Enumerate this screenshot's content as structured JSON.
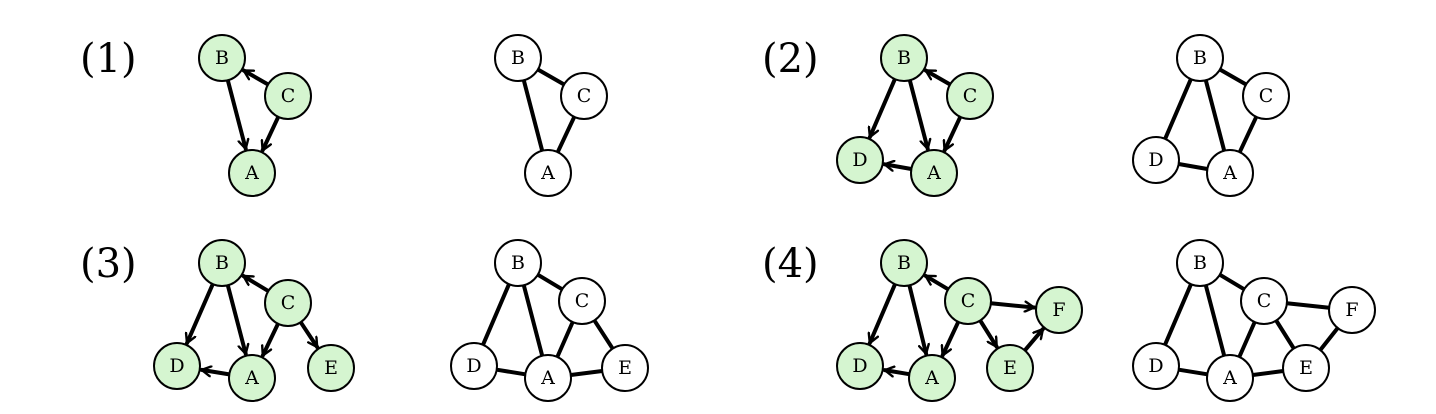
{
  "colors": {
    "directed_fill": "#d5f5d0",
    "undirected_fill": "#ffffff",
    "stroke": "#000000"
  },
  "panels": [
    {
      "label": "(1)",
      "nodes": [
        "B",
        "C",
        "A"
      ],
      "directed_edges": [
        [
          "C",
          "B"
        ],
        [
          "B",
          "A"
        ],
        [
          "C",
          "A"
        ]
      ],
      "undirected_edges": [
        [
          "B",
          "C"
        ],
        [
          "B",
          "A"
        ],
        [
          "C",
          "A"
        ]
      ]
    },
    {
      "label": "(2)",
      "nodes": [
        "B",
        "C",
        "D",
        "A"
      ],
      "directed_edges": [
        [
          "C",
          "B"
        ],
        [
          "B",
          "D"
        ],
        [
          "B",
          "A"
        ],
        [
          "C",
          "A"
        ],
        [
          "A",
          "D"
        ]
      ],
      "undirected_edges": [
        [
          "B",
          "C"
        ],
        [
          "B",
          "D"
        ],
        [
          "B",
          "A"
        ],
        [
          "C",
          "A"
        ],
        [
          "D",
          "A"
        ]
      ]
    },
    {
      "label": "(3)",
      "nodes": [
        "B",
        "C",
        "D",
        "A",
        "E"
      ],
      "directed_edges": [
        [
          "C",
          "B"
        ],
        [
          "B",
          "D"
        ],
        [
          "B",
          "A"
        ],
        [
          "C",
          "A"
        ],
        [
          "C",
          "E"
        ],
        [
          "A",
          "D"
        ]
      ],
      "undirected_edges": [
        [
          "B",
          "C"
        ],
        [
          "B",
          "D"
        ],
        [
          "B",
          "A"
        ],
        [
          "C",
          "A"
        ],
        [
          "C",
          "E"
        ],
        [
          "D",
          "A"
        ],
        [
          "A",
          "E"
        ]
      ]
    },
    {
      "label": "(4)",
      "nodes": [
        "B",
        "C",
        "F",
        "D",
        "A",
        "E"
      ],
      "directed_edges": [
        [
          "C",
          "B"
        ],
        [
          "B",
          "D"
        ],
        [
          "B",
          "A"
        ],
        [
          "C",
          "A"
        ],
        [
          "C",
          "E"
        ],
        [
          "C",
          "F"
        ],
        [
          "E",
          "F"
        ],
        [
          "A",
          "D"
        ]
      ],
      "undirected_edges": [
        [
          "B",
          "C"
        ],
        [
          "B",
          "D"
        ],
        [
          "B",
          "A"
        ],
        [
          "C",
          "A"
        ],
        [
          "C",
          "E"
        ],
        [
          "C",
          "F"
        ],
        [
          "F",
          "E"
        ],
        [
          "D",
          "A"
        ],
        [
          "A",
          "E"
        ]
      ]
    }
  ]
}
